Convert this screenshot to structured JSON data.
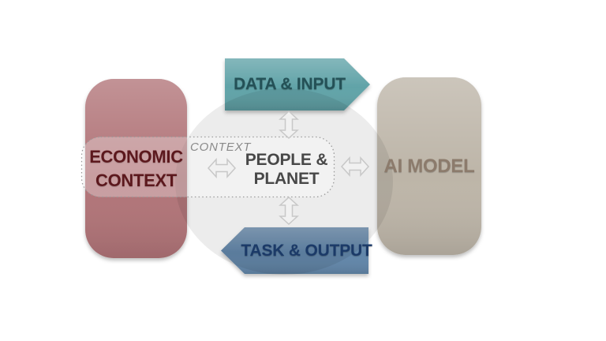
{
  "center": {
    "context_label": "CONTEXT",
    "core_label": "PEOPLE & PLANET"
  },
  "nodes": {
    "economic_context": {
      "label": "ECONOMIC CONTEXT",
      "fill": "#b17478",
      "text_color": "#5c181d"
    },
    "data_input": {
      "label": "DATA & INPUT",
      "fill": "#61a3a8",
      "text_color": "#245157"
    },
    "ai_model": {
      "label": "AI MODEL",
      "fill": "#bdb5a8",
      "text_color": "#8c7b6c"
    },
    "task_output": {
      "label": "TASK & OUTPUT",
      "fill": "#6286a9",
      "text_color": "#1b3a68"
    }
  },
  "connectors": {
    "top": "up-down-double-arrow",
    "bottom": "up-down-double-arrow",
    "left": "left-right-double-arrow",
    "right": "left-right-double-arrow"
  },
  "colors": {
    "background": "#ffffff",
    "context_circle": "rgba(0,0,0,0.075)",
    "dashed_border": "#9b9b9b",
    "connector_fill": "#f1f1f1",
    "connector_stroke": "#c8c8c8"
  }
}
